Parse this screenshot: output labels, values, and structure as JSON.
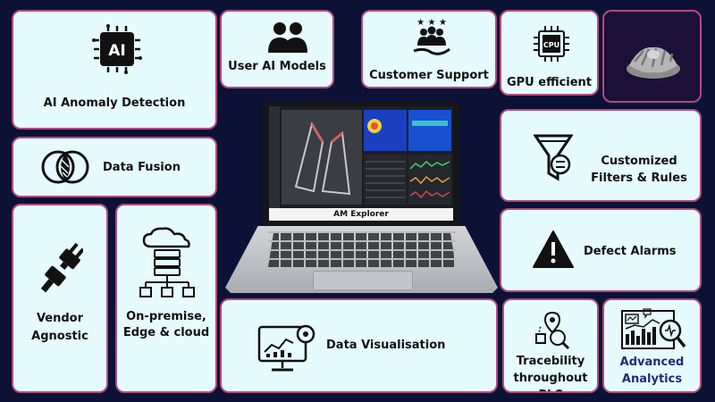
{
  "tiles": {
    "ai_anomaly": {
      "label": "AI Anomaly Detection",
      "icon": "ai-chip-icon",
      "icon_text": "AI"
    },
    "user_ai_models": {
      "label": "User AI Models",
      "icon": "users-icon"
    },
    "customer_support": {
      "label": "Customer Support",
      "icon": "support-hand-stars-icon"
    },
    "gpu_efficient": {
      "label": "GPU efficient",
      "icon": "cpu-chip-icon",
      "icon_text": "CPU"
    },
    "part_image": {
      "icon": "3d-printed-impeller-image"
    },
    "data_fusion": {
      "label": "Data Fusion",
      "icon": "fusion-circles-icon"
    },
    "customized_filters": {
      "line1": "Customized",
      "line2": "Filters & Rules",
      "icon": "filter-funnel-icon"
    },
    "defect_alarms": {
      "label": "Defect Alarms",
      "icon": "warning-triangle-icon"
    },
    "vendor_agnostic": {
      "line1": "Vendor",
      "line2": "Agnostic",
      "icon": "plug-icon"
    },
    "on_premise": {
      "line1": "On-premise,",
      "line2": "Edge & cloud",
      "icon": "cloud-server-network-icon"
    },
    "data_visualisation": {
      "label": "Data Visualisation",
      "icon": "monitor-analytics-icon"
    },
    "traceability": {
      "line1": "Tracebility",
      "line2": "throughout PLC",
      "icon": "location-search-icon"
    },
    "advanced_analytics": {
      "line1": "Advanced",
      "line2": "Analytics",
      "icon": "analytics-dashboard-icon"
    }
  },
  "laptop": {
    "brand": "AM Explorer"
  },
  "colors": {
    "background": "#0b1236",
    "tile": "#e6fbfd",
    "tile_border": "#b24a7f",
    "analytics_text": "#1f2d7a"
  }
}
